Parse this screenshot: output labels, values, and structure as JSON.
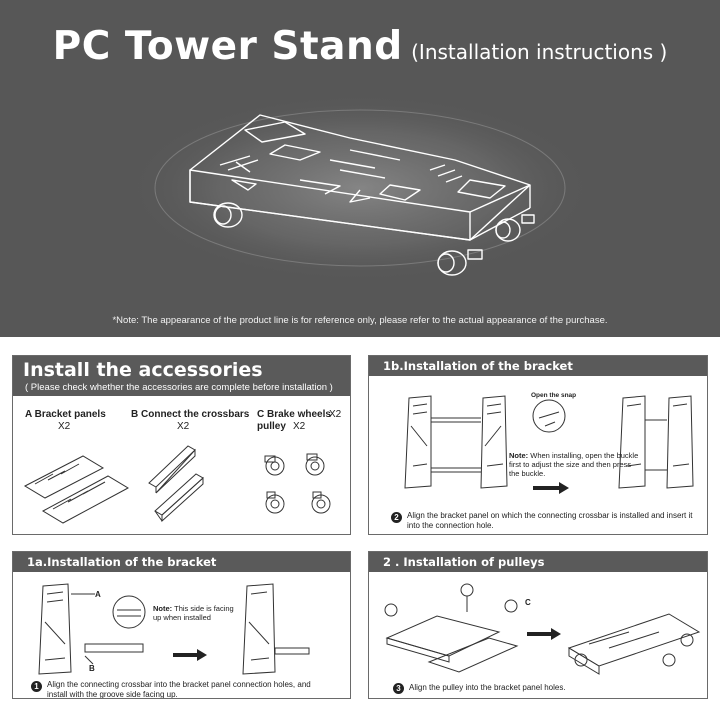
{
  "hero": {
    "title": "PC Tower Stand",
    "subtitle": "(Installation instructions )",
    "note": "*Note: The appearance of the product line is for reference only, please refer to the actual appearance of the purchase."
  },
  "accessories": {
    "title": "Install the accessories",
    "subtitle": "( Please check whether the accessories are complete before installation )",
    "items": [
      {
        "name": "A Bracket panels",
        "qty": "X2"
      },
      {
        "name": "B Connect the crossbars",
        "qty": "X2"
      },
      {
        "name": "C Brake wheels",
        "qty_inline": "X2",
        "name2": "pulley",
        "qty2": "X2"
      }
    ]
  },
  "install_1b": {
    "title": "1b.Installation of the bracket",
    "open_snap": "Open the snap",
    "note_label": "Note:",
    "note_text": "When installing, open the buckle first to adjust the size and then press the buckle.",
    "step_num": "2",
    "step_text": "Align the bracket panel on which the connecting crossbar is installed and insert it into the connection hole."
  },
  "install_1a": {
    "title": "1a.Installation of the bracket",
    "label_a": "A",
    "label_b": "B",
    "note_label": "Note:",
    "note_text": "This side is facing up when installed",
    "step_num": "1",
    "step_text": "Align the connecting crossbar into the bracket panel connection holes, and install with the groove side facing up."
  },
  "install_2": {
    "title": "2 . Installation of pulleys",
    "label_c": "C",
    "step_num": "3",
    "step_text": "Align the pulley into the bracket panel holes."
  },
  "colors": {
    "header_bg": "#575757",
    "panel_head": "#5a5a5a",
    "text": "#222222"
  }
}
